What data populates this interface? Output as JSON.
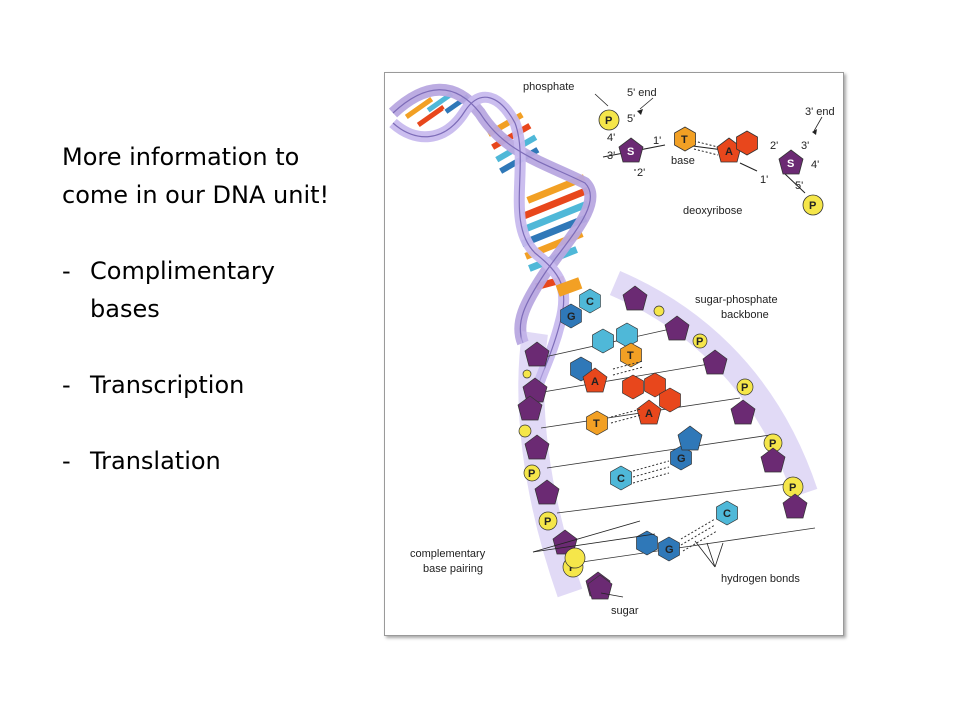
{
  "slide": {
    "intro_lines": [
      "More information to",
      "come in our DNA unit!"
    ],
    "bullets": [
      {
        "dash": "-",
        "lines": [
          "Complimentary",
          "bases"
        ]
      },
      {
        "dash": "-",
        "lines": [
          "Transcription"
        ]
      },
      {
        "dash": "-",
        "lines": [
          "Translation"
        ]
      }
    ]
  },
  "diagram": {
    "labels": {
      "phosphate": "phosphate",
      "five_prime_end": "5' end",
      "three_prime_end": "3' end",
      "base": "base",
      "deoxyribose": "deoxyribose",
      "backbone_line1": "sugar-phosphate",
      "backbone_line2": "backbone",
      "complementary_line1": "complementary",
      "complementary_line2": "base pairing",
      "hydrogen_bonds": "hydrogen bonds",
      "sugar": "sugar"
    },
    "detail_symbols": {
      "p": "P",
      "s": "S",
      "t": "T",
      "a": "A",
      "five_prime": "5'",
      "four_prime": "4'",
      "three_prime": "3'",
      "two_prime": "2'",
      "one_prime": "1'"
    },
    "base_letters": {
      "t": "T",
      "a": "A",
      "c": "C",
      "g": "G"
    },
    "colors": {
      "sugar": "#6b2a73",
      "phosphate": "#f5e64a",
      "thymine": "#f2a024",
      "adenine": "#e8471c",
      "cytosine": "#4fb8d8",
      "guanine": "#2f78b8",
      "backbone": "#b8a8e0"
    }
  }
}
